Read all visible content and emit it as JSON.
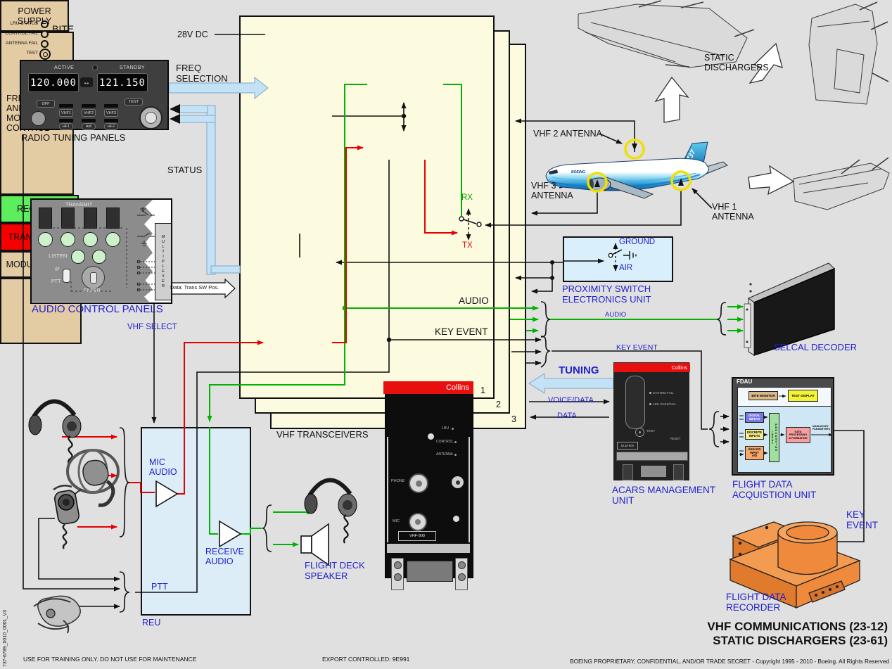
{
  "colors": {
    "background": "#e0e0e0",
    "box_cream": "#fcfadf",
    "box_tan": "#e3cba4",
    "receiver_green": "#5dee5d",
    "transmitter_red": "#f60000",
    "wire_green": "#00b300",
    "wire_red": "#e60000",
    "arrow_light_blue": "#c3e2f6",
    "label_blue": "#2121d0",
    "reu_blue": "#dcedf8",
    "pseu_blue": "#daeffc",
    "fdr_orange": "#ef8a3d",
    "collins_red": "#e80f0f"
  },
  "titles": {
    "line1": "VHF COMMUNICATIONS  (23-12)",
    "line2": "STATIC DISCHARGERS (23-61)"
  },
  "footer": {
    "left": "USE FOR TRAINING ONLY. DO NOT USE FOR MAINTENANCE",
    "center": "EXPORT CONTROLLED: 9E991",
    "right": "BOEING PROPRIETARY, CONFIDENTIAL, AND/OR TRADE SECRET - Copyright 1995 - 2010 - Boeing. All Rights Reserved",
    "doc_id": "737-6789_0010_0001_V3"
  },
  "rtp": {
    "caption": "RADIO TUNING PANELS",
    "active_label": "ACTIVE",
    "standby_label": "STANDBY",
    "active_freq": "120.000",
    "standby_freq": "121.150",
    "transfer_icon": "↔",
    "btn_off": "OFF",
    "btn_vhf1": "VHF1",
    "btn_vhf2": "VHF2",
    "btn_vhf3": "VHF3",
    "btn_test": "TEST",
    "btn_hf1": "HF1",
    "btn_am": "AM",
    "btn_hf2": "HF2"
  },
  "acp": {
    "caption": "AUDIO CONTROL PANELS",
    "transmit": "TRANSMIT",
    "listen": "LISTEN",
    "ip": "IP",
    "ptt": "PTT",
    "filter": "FILTER",
    "multiplexer": "MULTIPLEXER",
    "data_banner": "Data: Trans SW Pos."
  },
  "labels": {
    "v28": "28V DC",
    "freq_selection": "FREQ\nSELECTION",
    "status": "STATUS",
    "vhf_select": "VHF SELECT",
    "audio": "AUDIO",
    "key_event": "KEY EVENT",
    "audio_wire": "AUDIO",
    "key_event_wire": "KEY EVENT",
    "tuning": "TUNING",
    "voice_data": "VOICE/DATA",
    "data": "DATA",
    "vhf1_antenna": "VHF 1\nANTENNA",
    "vhf2_antenna": "VHF 2 ANTENNA",
    "vhf3_antenna": "VHF 3\nANTENNA",
    "static_dischargers": "STATIC\nDISCHARGERS"
  },
  "transceiver": {
    "caption": "VHF TRANSCEIVERS",
    "n1": "1",
    "n2": "2",
    "n3": "3",
    "power_supply": "POWER\nSUPPLY",
    "freq_mode_control": "FREQUENCY\nAND\nMODE\nCONTROL",
    "receiver": "RECEIVER",
    "transmitter": "TRANSMITTER",
    "modulator": "MODULATOR",
    "rx": "RX",
    "tx": "TX",
    "bite": {
      "title": "BITE",
      "lru_status": "LRU STATUS",
      "control_fail": "CONTROL FAIL",
      "antenna_fail": "ANTENNA FAIL",
      "test": "TEST"
    }
  },
  "pseu": {
    "ground": "GROUND",
    "air": "AIR",
    "caption": "PROXIMITY SWITCH\nELECTRONICS UNIT"
  },
  "selcal": {
    "caption": "SELCAL DECODER"
  },
  "acars": {
    "brand": "Collins",
    "system_fail": "SYSTEM FAIL",
    "lru_pass_fail": "LRU PASS/FAIL",
    "test": "TEST",
    "reset": "RESET",
    "model": "DLM-900",
    "caption": "ACARS MANAGEMENT\nUNIT"
  },
  "radio": {
    "brand": "Collins",
    "lru": "LRU",
    "control": "CONTROL",
    "antenna": "ANTENNA",
    "phone": "PHONE",
    "mic": "MIC",
    "model": "VHF-900"
  },
  "fdau": {
    "title": "FDAU",
    "bite_monitor": "BITE MONITOR",
    "test_display": "TEST DISPLAY",
    "digital": "DIGITAL\nINPUTS",
    "discrete": "DISCRETE\nINPUTS",
    "analog": "ANALOG\nINPUT\nA/D",
    "input_v": "INPUT",
    "processing_v": "PROCESSING",
    "data_processing": "DATA\nPROCESSING\n& FORMATING",
    "mandatory": "MANDATORY\nPARAMETERS",
    "caption": "FLIGHT DATA\nACQUISTION UNIT"
  },
  "fdr": {
    "caption": "FLIGHT DATA\nRECORDER",
    "key_event": "KEY\nEVENT"
  },
  "reu": {
    "mic_audio": "MIC\nAUDIO",
    "receive_audio": "RECEIVE\nAUDIO",
    "ptt": "PTT",
    "caption": "REU"
  },
  "speaker": {
    "caption": "FLIGHT DECK\nSPEAKER"
  },
  "aircraft": {
    "brand": "BOEING",
    "model": "737"
  }
}
